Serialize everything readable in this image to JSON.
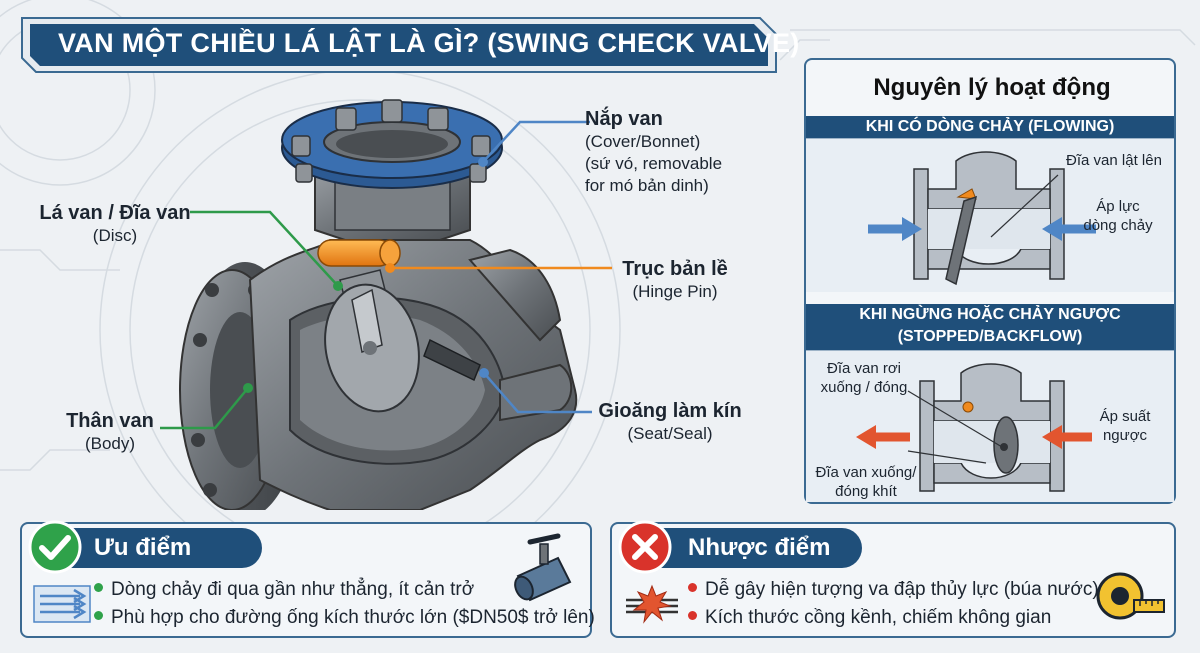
{
  "title": "VAN MỘT CHIỀU LÁ LẬT LÀ GÌ? (SWING CHECK VALVE)",
  "colors": {
    "navy": "#1f4f7a",
    "body_steel": "#6e7378",
    "flange_blue": "#3a6fb0",
    "pin_orange": "#f08a1e",
    "leader_green": "#2e9a4a",
    "arrow_blue": "#4f86c6",
    "arrow_red": "#e2552f",
    "check_green": "#2fa24a",
    "cross_red": "#d9332b"
  },
  "labels": {
    "cover": {
      "main": "Nắp van",
      "sub1": "(Cover/Bonnet)",
      "sub2": "(sứ vó, removable",
      "sub3": "for mó bản dinh)"
    },
    "disc": {
      "main": "Lá van / Đĩa van",
      "sub": "(Disc)"
    },
    "hinge": {
      "main": "Trục bản lề",
      "sub": "(Hinge Pin)"
    },
    "body": {
      "main": "Thân van",
      "sub": "(Body)"
    },
    "seat": {
      "main": "Gioăng làm kín",
      "sub": "(Seat/Seal)"
    }
  },
  "panel": {
    "title": "Nguyên lý hoạt động",
    "flowing": {
      "heading": "KHI CÓ DÒNG CHẢY (FLOWING)",
      "disc_label": "Đĩa van lật lên",
      "pressure_1": "Áp lực",
      "pressure_2": "dòng chảy"
    },
    "backflow": {
      "heading_1": "KHI NGỪNG HOẶC CHẢY NGƯỢC",
      "heading_2": "(STOPPED/BACKFLOW)",
      "fall_1": "Đĩa van rơi",
      "fall_2": "xuống / đóng",
      "reverse_1": "Áp suất",
      "reverse_2": "ngược",
      "closed_1": "Đĩa van xuống/",
      "closed_2": "đóng khít"
    }
  },
  "pros": {
    "heading": "Ưu điểm",
    "icon": "check-icon",
    "items": [
      "Dòng chảy đi qua gần như thẳng, ít cản trở",
      "Phù hợp cho đường ống kích thước lớn ($DN50$ trở lên)"
    ]
  },
  "cons": {
    "heading": "Nhược điểm",
    "icon": "cross-icon",
    "items": [
      "Dễ gây hiện tượng va đập thủy lực (búa nước)",
      "Kích thước cồng kềnh, chiếm không gian"
    ]
  }
}
